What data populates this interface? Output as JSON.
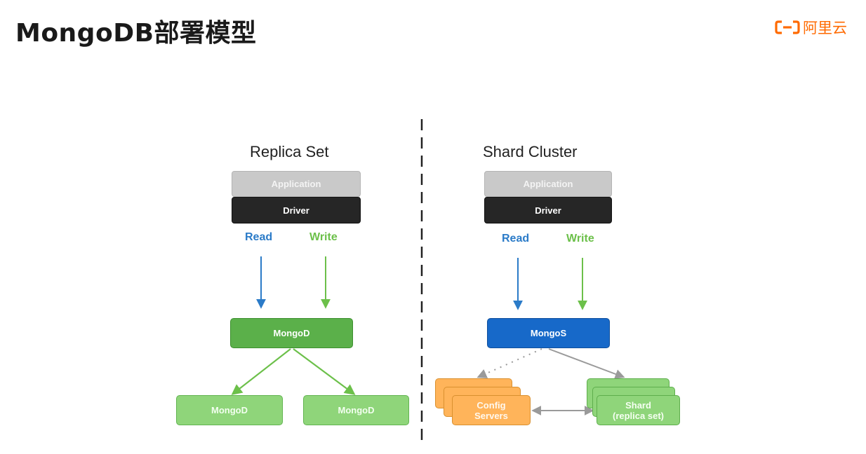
{
  "title": "MongoDB部署模型",
  "logo": {
    "text": "阿里云",
    "color": "#ff6a00"
  },
  "replica_set": {
    "title": "Replica Set",
    "application": "Application",
    "driver": "Driver",
    "read": "Read",
    "write": "Write",
    "primary": "MongoD",
    "secondaries": [
      "MongoD",
      "MongoD"
    ]
  },
  "shard_cluster": {
    "title": "Shard Cluster",
    "application": "Application",
    "driver": "Driver",
    "read": "Read",
    "write": "Write",
    "router": "MongoS",
    "config_servers": "Config Servers",
    "shard_line1": "Shard",
    "shard_line2": "(replica set)"
  },
  "colors": {
    "read": "#2b7bc8",
    "write": "#6cc04a",
    "mongod": "#5bb04a",
    "mongos": "#1769c9",
    "config": "#ffb45a"
  }
}
